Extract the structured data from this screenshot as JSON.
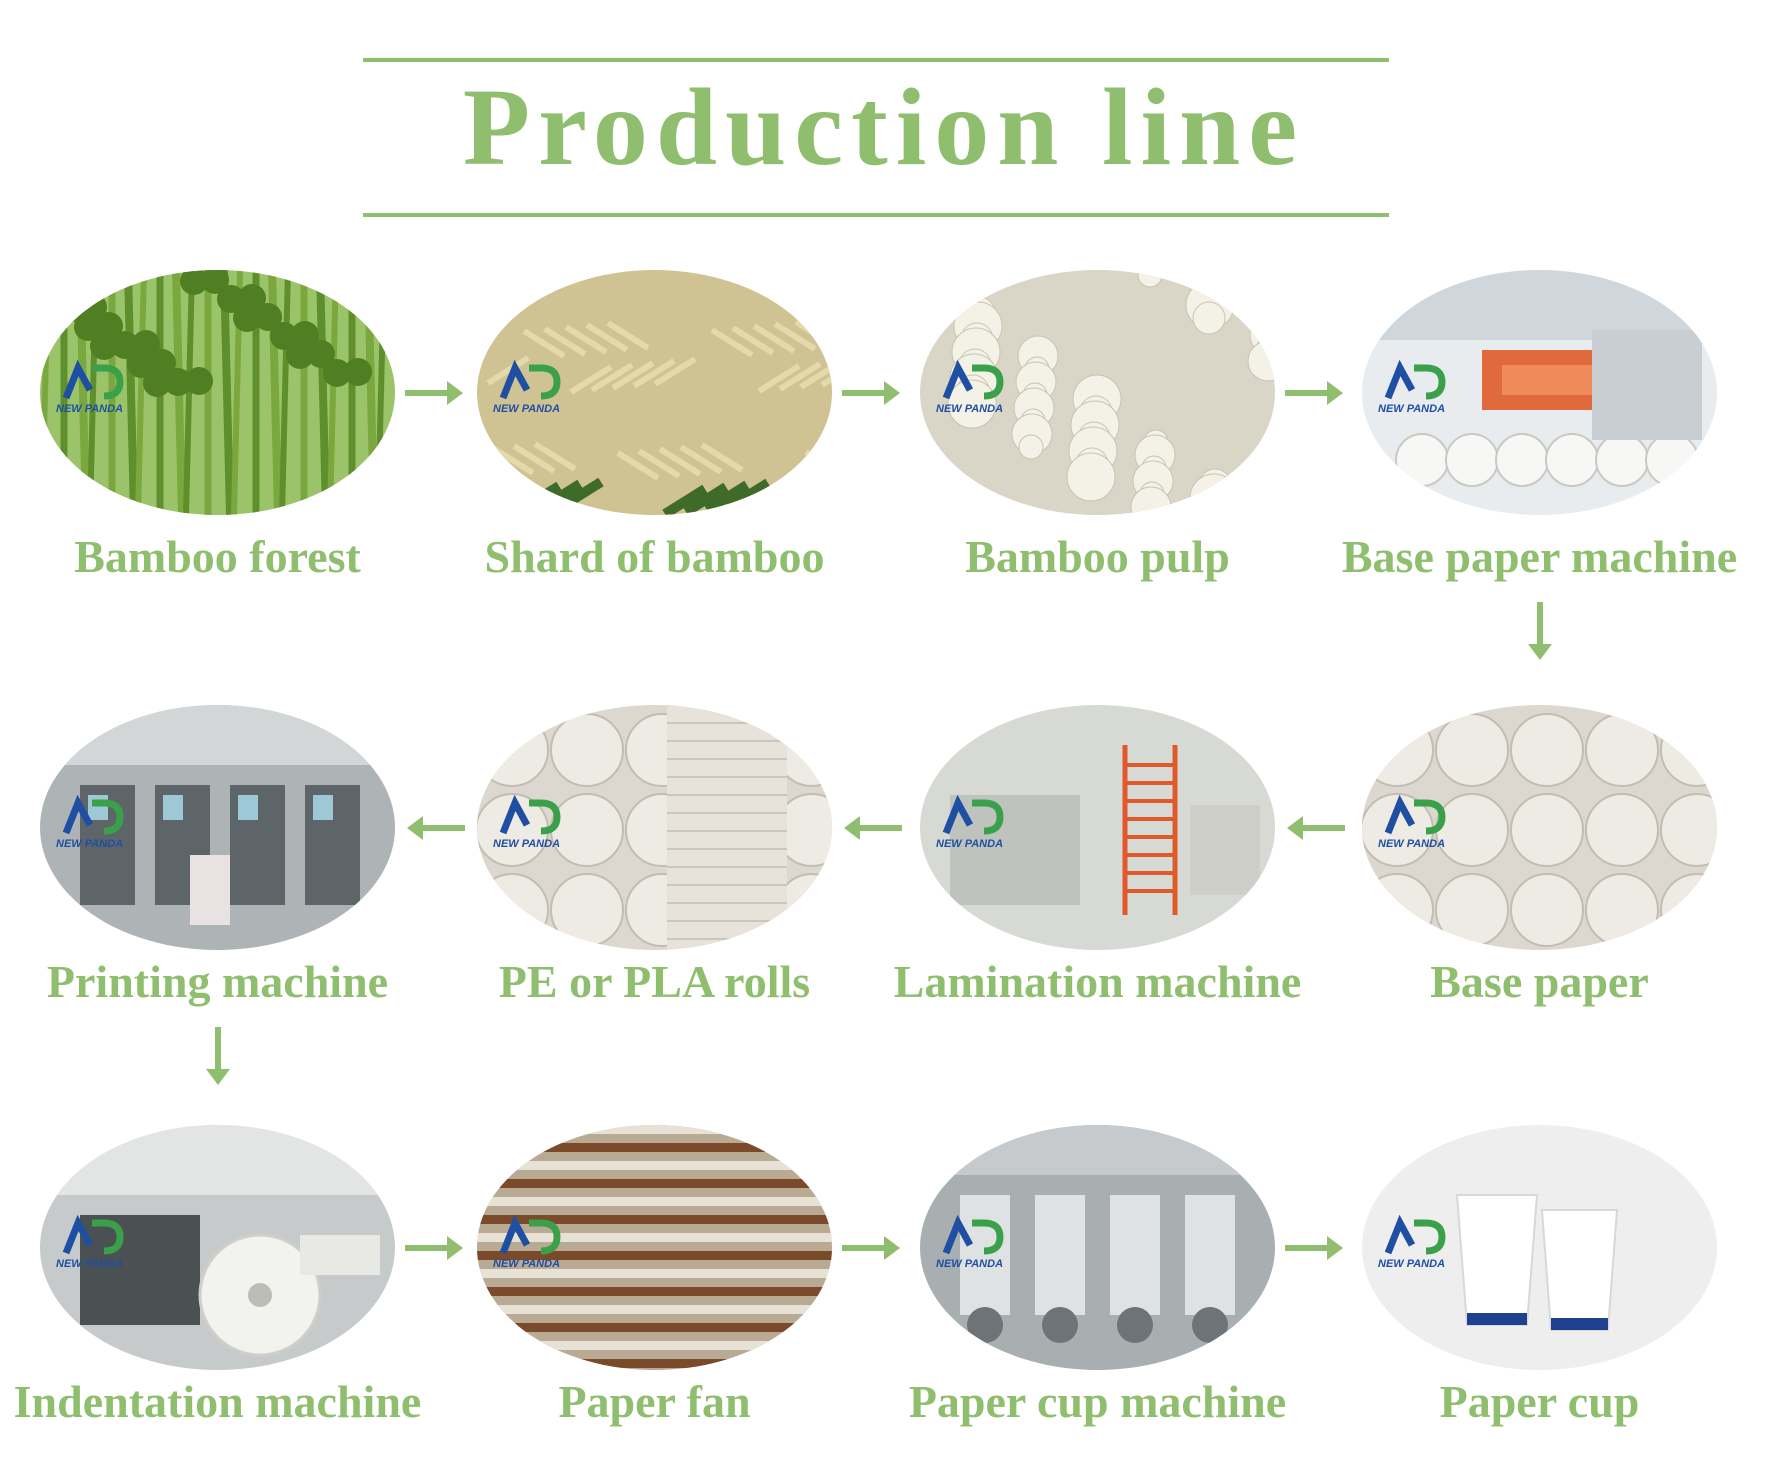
{
  "title": "Production line",
  "accent_color": "#8fbf6e",
  "logo_text": "NEW PANDA",
  "steps": [
    {
      "label": "Bamboo forest",
      "image": "bamboo-forest-photo"
    },
    {
      "label": "Shard of bamboo",
      "image": "bamboo-shards-photo"
    },
    {
      "label": "Bamboo  pulp",
      "image": "bamboo-pulp-photo"
    },
    {
      "label": "Base paper machine",
      "image": "paper-machine-photo"
    },
    {
      "label": "Base paper",
      "image": "paper-rolls-photo"
    },
    {
      "label": "Lamination machine",
      "image": "lamination-machine-photo"
    },
    {
      "label": "PE or PLA rolls",
      "image": "pe-pla-rolls-photo"
    },
    {
      "label": "Printing machine",
      "image": "printing-machine-photo"
    },
    {
      "label": "Indentation machine",
      "image": "indentation-machine-photo"
    },
    {
      "label": "Paper fan",
      "image": "paper-fan-photo"
    },
    {
      "label": "Paper cup machine",
      "image": "paper-cup-machine-photo"
    },
    {
      "label": "Paper cup",
      "image": "paper-cup-photo"
    }
  ],
  "flow": [
    "right",
    "right",
    "right",
    "down",
    "left",
    "left",
    "left",
    "down",
    "right",
    "right",
    "right"
  ]
}
